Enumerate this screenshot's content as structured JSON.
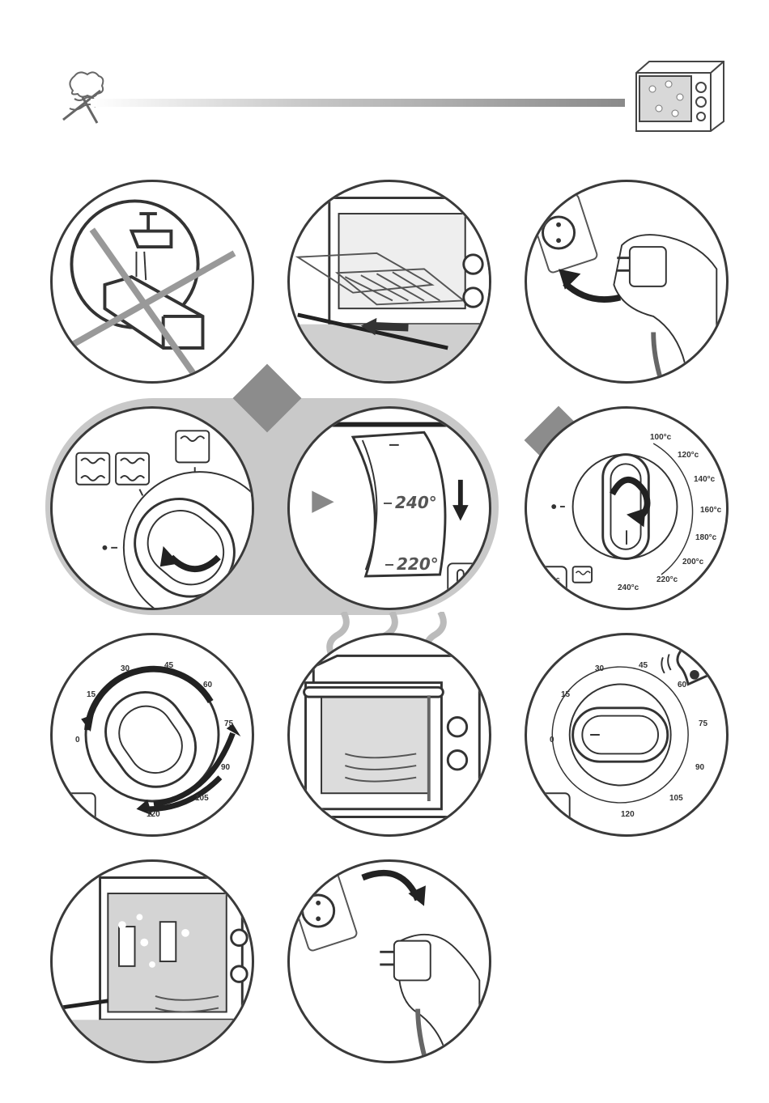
{
  "temperature_scale": [
    "100°c",
    "120°c",
    "140°c",
    "160°c",
    "180°c",
    "200°c",
    "220°c",
    "240°c"
  ],
  "timer_scale_1": [
    "0",
    "15",
    "30",
    "45",
    "60",
    "75",
    "90",
    "105",
    "120"
  ],
  "timer_scale_2": [
    "0",
    "15",
    "30",
    "45",
    "60",
    "75",
    "90",
    "105",
    "120"
  ],
  "knob_closeup": {
    "upper": "240°",
    "lower": "220°"
  },
  "thermometer_unit": "°c"
}
